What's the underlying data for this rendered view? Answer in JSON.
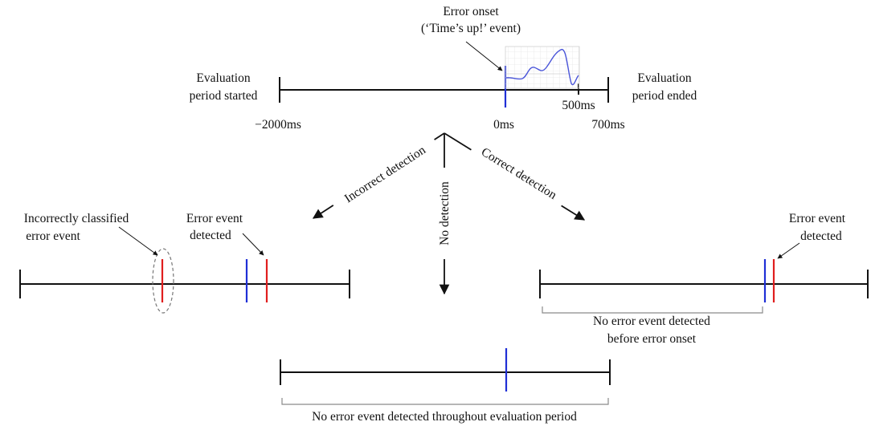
{
  "colors": {
    "line": "#111111",
    "error_onset_marker": "#1f2fd6",
    "detected_event_marker": "#e01e1e",
    "bracket": "#8a8a8a",
    "waveform": "#4a55d9",
    "waveform_bg_grid": "#e6e6e6",
    "ellipse": "#777777"
  },
  "top": {
    "error_onset_label_1": "Error onset",
    "error_onset_label_2": "(‘Time’s up!’ event)",
    "start_label_1": "Evaluation",
    "start_label_2": "period started",
    "end_label_1": "Evaluation",
    "end_label_2": "period ended",
    "tick_500": "500ms",
    "tick_start": "−2000ms",
    "tick_zero": "0ms",
    "tick_end": "700ms"
  },
  "branches": {
    "incorrect": "Incorrect detection",
    "none": "No detection",
    "correct": "Correct detection"
  },
  "left": {
    "misclassified_1": "Incorrectly classified",
    "misclassified_2": "error event",
    "detected_1": "Error event",
    "detected_2": "detected"
  },
  "right": {
    "detected_1": "Error event",
    "detected_2": "detected",
    "note_1": "No error event detected",
    "note_2": "before error onset"
  },
  "bottom": {
    "note": "No error event detected throughout evaluation period"
  },
  "icons": {
    "waveform": "eeg-waveform-icon",
    "ellipse": "dashed-ellipse-highlight"
  }
}
